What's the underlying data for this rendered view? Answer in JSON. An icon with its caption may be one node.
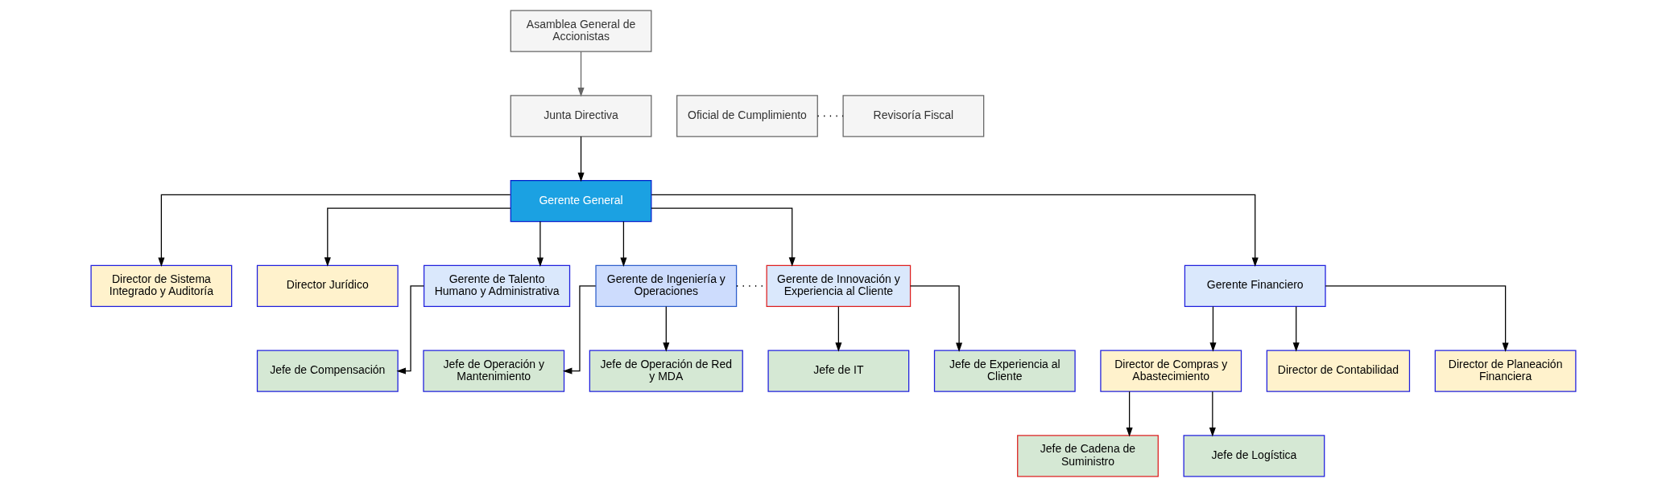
{
  "diagram": {
    "nodes": [
      {
        "text": [
          "Asamblea General de Accionistas"
        ]
      },
      {
        "text": [
          "Junta Directiva"
        ]
      },
      {
        "text": [
          "Oficial de Cumplimiento"
        ]
      },
      {
        "text": [
          "Revisoría Fiscal"
        ]
      },
      {
        "text": [
          "Gerente General"
        ]
      },
      {
        "text": [
          "Director de Sistema Integrado y Auditoría"
        ]
      },
      {
        "text": [
          "Director Jurídico"
        ]
      },
      {
        "text": [
          "Gerente de Talento Humano y Administrativa"
        ]
      },
      {
        "text": [
          "Gerente de Ingeniería y Operaciones"
        ]
      },
      {
        "text": [
          "Gerente de Innovación y Experiencia al Cliente"
        ]
      },
      {
        "text": [
          "Gerente Financiero"
        ]
      },
      {
        "text": [
          "Jefe de Compensación"
        ]
      },
      {
        "text": [
          "Jefe de Operación y Mantenimiento"
        ]
      },
      {
        "text": [
          "Jefe de Operación de Red y MDA"
        ]
      },
      {
        "text": [
          "Jefe de IT"
        ]
      },
      {
        "text": [
          "Jefe de Experiencia al Cliente"
        ]
      },
      {
        "text": [
          "Director de Compras y Abastecimiento"
        ]
      },
      {
        "text": [
          "Director de Contabilidad"
        ]
      },
      {
        "text": [
          "Director de Planeación Financiera"
        ]
      },
      {
        "text": [
          "Jefe de Cadena de Suministro"
        ]
      },
      {
        "text": [
          "Jefe de Logística"
        ]
      }
    ],
    "edges": [
      {
        "from": 0,
        "to": 1,
        "arrow": "to",
        "color": "#666666"
      },
      {
        "from": 1,
        "to": 4,
        "arrow": "to"
      },
      {
        "from": 2,
        "to": 3,
        "arrow": "none",
        "style": "dashed"
      },
      {
        "from": 4,
        "to": 5,
        "arrow": "to"
      },
      {
        "from": 4,
        "to": 6,
        "arrow": "to"
      },
      {
        "from": 4,
        "to": 7,
        "arrow": "to"
      },
      {
        "from": 4,
        "to": 8,
        "arrow": "to"
      },
      {
        "from": 4,
        "to": 9,
        "arrow": "to"
      },
      {
        "from": 4,
        "to": 10,
        "arrow": "to"
      },
      {
        "from": 7,
        "to": 11,
        "arrow": "to"
      },
      {
        "from": 8,
        "to": 12,
        "arrow": "to"
      },
      {
        "from": 8,
        "to": 13,
        "arrow": "to"
      },
      {
        "from": 8,
        "to": 9,
        "arrow": "none",
        "style": "dashed"
      },
      {
        "from": 9,
        "to": 14,
        "arrow": "to"
      },
      {
        "from": 9,
        "to": 15,
        "arrow": "to"
      },
      {
        "from": 10,
        "to": 16,
        "arrow": "to"
      },
      {
        "from": 10,
        "to": 17,
        "arrow": "to"
      },
      {
        "from": 10,
        "to": 18,
        "arrow": "to"
      },
      {
        "from": 16,
        "to": 19,
        "arrow": "to"
      },
      {
        "from": 16,
        "to": 20,
        "arrow": "to"
      }
    ]
  }
}
